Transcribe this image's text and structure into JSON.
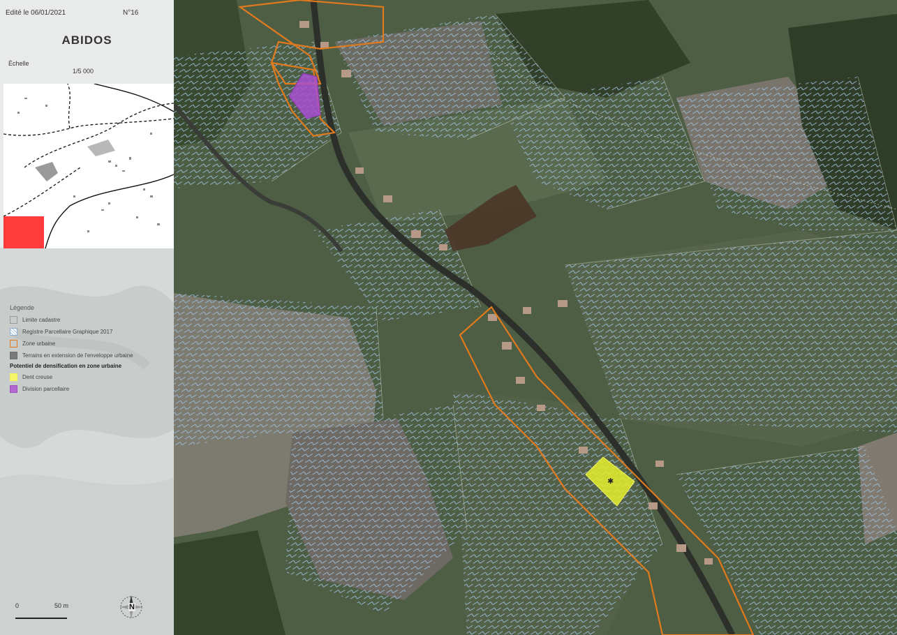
{
  "header": {
    "left_text": "Edité le 06/01/2021",
    "right_text": "N°16",
    "title": "ABIDOS",
    "sub_left": "Échelle",
    "sub_right": "1/5 000"
  },
  "legend": {
    "heading": "Légende",
    "items": [
      {
        "label": "Limite cadastre",
        "stroke": "#9a9a9a",
        "fill": "none"
      },
      {
        "label": "Registre Parcellaire Graphique 2017",
        "stroke": "#8fb0cc",
        "fill": "none",
        "hatch": true
      },
      {
        "label": "Zone urbaine",
        "stroke": "#e07a1c",
        "fill": "none"
      },
      {
        "label": "Terrains en extension de l'enveloppe urbaine",
        "stroke": "#6e6e6e",
        "fill": "#7a7a7a"
      }
    ],
    "subheading": "Potentiel de densification en zone urbaine",
    "subitems": [
      {
        "label": "Dent creuse",
        "stroke": "#f2f25a",
        "fill": "#f6f66a"
      },
      {
        "label": "Division parcellaire",
        "stroke": "#9d4fc0",
        "fill": "#b06ad0"
      }
    ]
  },
  "scale": {
    "start": "0",
    "end": "50 m"
  },
  "north": {
    "label": "N"
  },
  "colors": {
    "urban_zone": "#e07a1c",
    "rpg_hatch": "#9cc0de",
    "dent_creuse": "#e6ef2c",
    "division": "#a94fd0",
    "extension": "#4b3728",
    "locator_red": "#ff3b3b"
  }
}
